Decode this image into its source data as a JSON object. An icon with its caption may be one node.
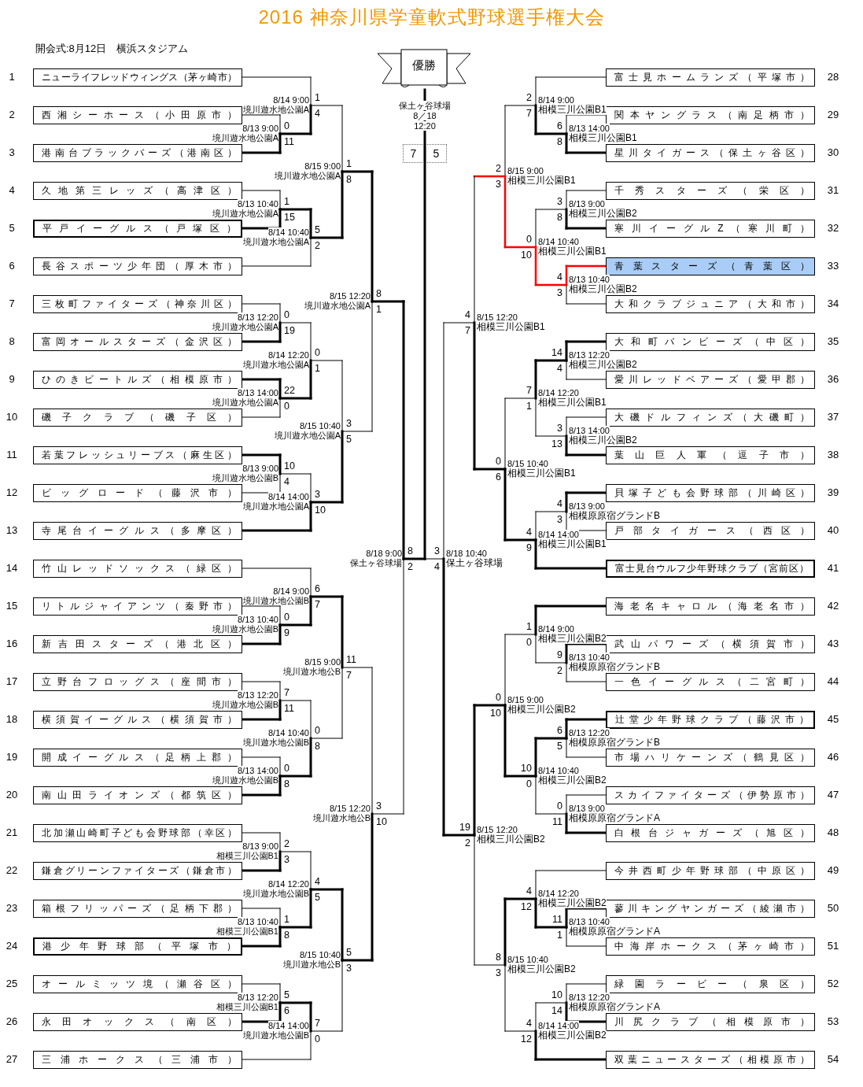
{
  "diagram": {
    "title": "2016 神奈川県学童軟式野球選手権大会",
    "nodes": [
      {
        "text": [
          "優勝"
        ]
      },
      {
        "text": [
          "ニューライフレッドウィングス（茅ヶ崎市）"
        ],
        "beside": [
          "1"
        ]
      },
      {
        "text": [
          "西湘シーホース（小田原市）"
        ],
        "beside": [
          "2"
        ]
      },
      {
        "text": [
          "港南台ブラックバーズ（港南区）"
        ],
        "beside": [
          "3"
        ]
      },
      {
        "text": [
          "久地第三レッズ（高津区）"
        ],
        "beside": [
          "4"
        ]
      },
      {
        "text": [
          "平戸イーグルス（戸塚区）"
        ],
        "beside": [
          "5"
        ]
      },
      {
        "text": [
          "長谷スポーツ少年団（厚木市）"
        ],
        "beside": [
          "6"
        ]
      },
      {
        "text": [
          "三枚町ファイターズ（神奈川区）"
        ],
        "beside": [
          "7"
        ]
      },
      {
        "text": [
          "富岡オールスターズ（金沢区）"
        ],
        "beside": [
          "8"
        ]
      },
      {
        "text": [
          "ひのきビートルズ（相模原市）"
        ],
        "beside": [
          "9"
        ]
      },
      {
        "text": [
          "磯子クラブ（磯子区）"
        ],
        "beside": [
          "10"
        ]
      },
      {
        "text": [
          "若葉フレッシュリーブス（麻生区）"
        ],
        "beside": [
          "11"
        ]
      },
      {
        "text": [
          "ビッグロード（藤沢市）"
        ],
        "beside": [
          "12"
        ]
      },
      {
        "text": [
          "寺尾台イーグルス（多摩区）"
        ],
        "beside": [
          "13"
        ]
      },
      {
        "text": [
          "竹山レッドソックス（緑区）"
        ],
        "beside": [
          "14"
        ]
      },
      {
        "text": [
          "リトルジャイアンツ（秦野市）"
        ],
        "beside": [
          "15"
        ]
      },
      {
        "text": [
          "新吉田スターズ（港北区）"
        ],
        "beside": [
          "16"
        ]
      },
      {
        "text": [
          "立野台フロッグス（座間市）"
        ],
        "beside": [
          "17"
        ]
      },
      {
        "text": [
          "横須賀イーグルス（横須賀市）"
        ],
        "beside": [
          "18"
        ]
      },
      {
        "text": [
          "開成イーグルス（足柄上郡）"
        ],
        "beside": [
          "19"
        ]
      },
      {
        "text": [
          "南山田ライオンズ（都筑区）"
        ],
        "beside": [
          "20"
        ]
      },
      {
        "text": [
          "北加瀬山崎町子ども会野球部（幸区）"
        ],
        "beside": [
          "21"
        ]
      },
      {
        "text": [
          "鎌倉グリーンファイターズ（鎌倉市）"
        ],
        "beside": [
          "22"
        ]
      },
      {
        "text": [
          "箱根フリッパーズ（足柄下郡）"
        ],
        "beside": [
          "23"
        ]
      },
      {
        "text": [
          "港少年野球部（平塚市）"
        ],
        "beside": [
          "24"
        ]
      },
      {
        "text": [
          "オールミッツ境（瀬谷区）"
        ],
        "beside": [
          "25"
        ]
      },
      {
        "text": [
          "永田オックス（南区）"
        ],
        "beside": [
          "26"
        ]
      },
      {
        "text": [
          "三浦ホークス（三浦市）"
        ],
        "beside": [
          "27"
        ]
      },
      {
        "text": [
          "富士見ホームランズ（平塚市）"
        ],
        "beside": [
          "28"
        ]
      },
      {
        "text": [
          "関本ヤングラス（南足柄市）"
        ],
        "beside": [
          "29"
        ]
      },
      {
        "text": [
          "星川タイガース（保土ヶ谷区）"
        ],
        "beside": [
          "30"
        ]
      },
      {
        "text": [
          "千秀スターズ（栄区）"
        ],
        "beside": [
          "31"
        ]
      },
      {
        "text": [
          "寒川イーグルZ（寒川町）"
        ],
        "beside": [
          "32"
        ]
      },
      {
        "text": [
          "青葉スターズ（青葉区）"
        ],
        "beside": [
          "33"
        ]
      },
      {
        "text": [
          "大和クラブジュニア（大和市）"
        ],
        "beside": [
          "34"
        ]
      },
      {
        "text": [
          "大和町バンビーズ（中区）"
        ],
        "beside": [
          "35"
        ]
      },
      {
        "text": [
          "愛川レッドベアーズ（愛甲郡）"
        ],
        "beside": [
          "36"
        ]
      },
      {
        "text": [
          "大磯ドルフィンズ（大磯町）"
        ],
        "beside": [
          "37"
        ]
      },
      {
        "text": [
          "葉山巨人軍（逗子市）"
        ],
        "beside": [
          "38"
        ]
      },
      {
        "text": [
          "貝塚子ども会野球部（川崎区）"
        ],
        "beside": [
          "39"
        ]
      },
      {
        "text": [
          "戸部タイガース（西区）"
        ],
        "beside": [
          "40"
        ]
      },
      {
        "text": [
          "富士見台ウルフ少年野球クラブ（宮前区）"
        ],
        "beside": [
          "41"
        ]
      },
      {
        "text": [
          "海老名キャロル（海老名市）"
        ],
        "beside": [
          "42"
        ]
      },
      {
        "text": [
          "武山パワーズ（横須賀市）"
        ],
        "beside": [
          "43"
        ]
      },
      {
        "text": [
          "一色イーグルス（二宮町）"
        ],
        "beside": [
          "44"
        ]
      },
      {
        "text": [
          "辻堂少年野球クラブ（藤沢市）"
        ],
        "beside": [
          "45"
        ]
      },
      {
        "text": [
          "市場ハリケーンズ（鶴見区）"
        ],
        "beside": [
          "46"
        ]
      },
      {
        "text": [
          "スカイファイターズ（伊勢原市）"
        ],
        "beside": [
          "47"
        ]
      },
      {
        "text": [
          "白根台ジャガーズ（旭区）"
        ],
        "beside": [
          "48"
        ]
      },
      {
        "text": [
          "今井西町少年野球部（中原区）"
        ],
        "beside": [
          "49"
        ]
      },
      {
        "text": [
          "蓼川キングヤンガーズ（綾瀬市）"
        ],
        "beside": [
          "50"
        ]
      },
      {
        "text": [
          "中海岸ホークス（茅ヶ崎市）"
        ],
        "beside": [
          "51"
        ]
      },
      {
        "text": [
          "緑園ラービー（泉区）"
        ],
        "beside": [
          "52"
        ]
      },
      {
        "text": [
          "川尻クラブ（相模原市）"
        ],
        "beside": [
          "53"
        ]
      },
      {
        "text": [
          "双葉ニュースターズ（相模原市）"
        ],
        "beside": [
          "54"
        ]
      }
    ],
    "labels": [
      "開会式:8月12日　横浜スタジアム",
      "保土ヶ谷球場",
      "8／18",
      "12:20",
      "7",
      "5",
      "8/13 9:00",
      "境川遊水地公園A",
      "0",
      "11",
      "8/14 9:00",
      "境川遊水地公園A",
      "1",
      "4",
      "8/13 10:40",
      "境川遊水地公園A",
      "1",
      "15",
      "8/14 10:40",
      "境川遊水地公園A",
      "5",
      "2",
      "8/15 9:00",
      "境川遊水地公園A",
      "1",
      "8",
      "8/13 12:20",
      "境川遊水地公園A",
      "0",
      "19",
      "8/13 14:00",
      "境川遊水地公園A",
      "22",
      "0",
      "8/14 12:20",
      "境川遊水地公園A",
      "0",
      "1",
      "8/13 9:00",
      "境川遊水地公園B",
      "10",
      "4",
      "8/14 14:00",
      "境川遊水地公園A",
      "3",
      "10",
      "8/15 10:40",
      "境川遊水地公園A",
      "3",
      "5",
      "8/15 12:20",
      "境川遊水地公園A",
      "8",
      "1",
      "8/13 10:40",
      "境川遊水地公園B",
      "0",
      "9",
      "8/14 9:00",
      "境川遊水地公園B",
      "6",
      "7",
      "8/13 12:20",
      "境川遊水地公園B",
      "7",
      "11",
      "8/13 14:00",
      "境川遊水地公園B",
      "0",
      "8",
      "8/14 10:40",
      "境川遊水地公園B",
      "0",
      "8",
      "8/15 9:00",
      "境川遊水地公B",
      "11",
      "7",
      "8/13 9:00",
      "相模三川公園B1",
      "2",
      "3",
      "8/13 10:40",
      "相模三川公園B1",
      "1",
      "8",
      "8/14 12:20",
      "境川遊水地公園B",
      "4",
      "5",
      "8/13 12:20",
      "相模三川公園B1",
      "5",
      "6",
      "8/14 14:00",
      "境川遊水地公園B",
      "7",
      "0",
      "8/15 10:40",
      "境川遊水地公B",
      "5",
      "3",
      "8/15 12:20",
      "境川遊水地公B",
      "3",
      "10",
      "8/18 9:00",
      "保土ヶ谷球場",
      "8",
      "2",
      "8/13 14:00",
      "相模三川公園B1",
      "6",
      "8",
      "8/14 9:00",
      "相模三川公園B1",
      "2",
      "7",
      "8/13 9:00",
      "相模三川公園B2",
      "3",
      "8",
      "8/13 10:40",
      "相模三川公園B2",
      "4",
      "3",
      "8/14 10:40",
      "相模三川公園B1",
      "0",
      "10",
      "8/15 9:00",
      "相模三川公園B1",
      "2",
      "3",
      "8/13 12:20",
      "相模三川公園B2",
      "14",
      "4",
      "8/13 14:00",
      "相模三川公園B2",
      "3",
      "13",
      "8/14 12:20",
      "相模三川公園B1",
      "7",
      "1",
      "8/13 9:00",
      "相模原原宿グランドB",
      "4",
      "3",
      "8/14 14:00",
      "相模三川公園B1",
      "4",
      "9",
      "8/15 10:40",
      "相模三川公園B1",
      "0",
      "6",
      "8/15 12:20",
      "相模三川公園B1",
      "4",
      "7",
      "8/13 10:40",
      "相模原原宿グランドB",
      "9",
      "2",
      "8/14 9:00",
      "相模三川公園B2",
      "1",
      "0",
      "8/13 12:20",
      "相模原原宿グランドB",
      "6",
      "5",
      "8/13 9:00",
      "相模原原宿グランドA",
      "0",
      "11",
      "8/14 10:40",
      "相模三川公園B2",
      "10",
      "0",
      "8/15 9:00",
      "相模三川公園B2",
      "0",
      "10",
      "8/13 10:40",
      "相模原原宿グランドA",
      "11",
      "1",
      "8/14 12:20",
      "相模三川公園B2",
      "4",
      "12",
      "8/13 12:20",
      "相模原原宿グランドA",
      "10",
      "14",
      "8/14 14:00",
      "相模三川公園B2",
      "4",
      "12",
      "8/15 10:40",
      "相模三川公園B2",
      "8",
      "3",
      "8/15 12:20",
      "相模三川公園B2",
      "19",
      "2",
      "8/18 10:40",
      "保土ヶ谷球場",
      "3",
      "4"
    ]
  }
}
